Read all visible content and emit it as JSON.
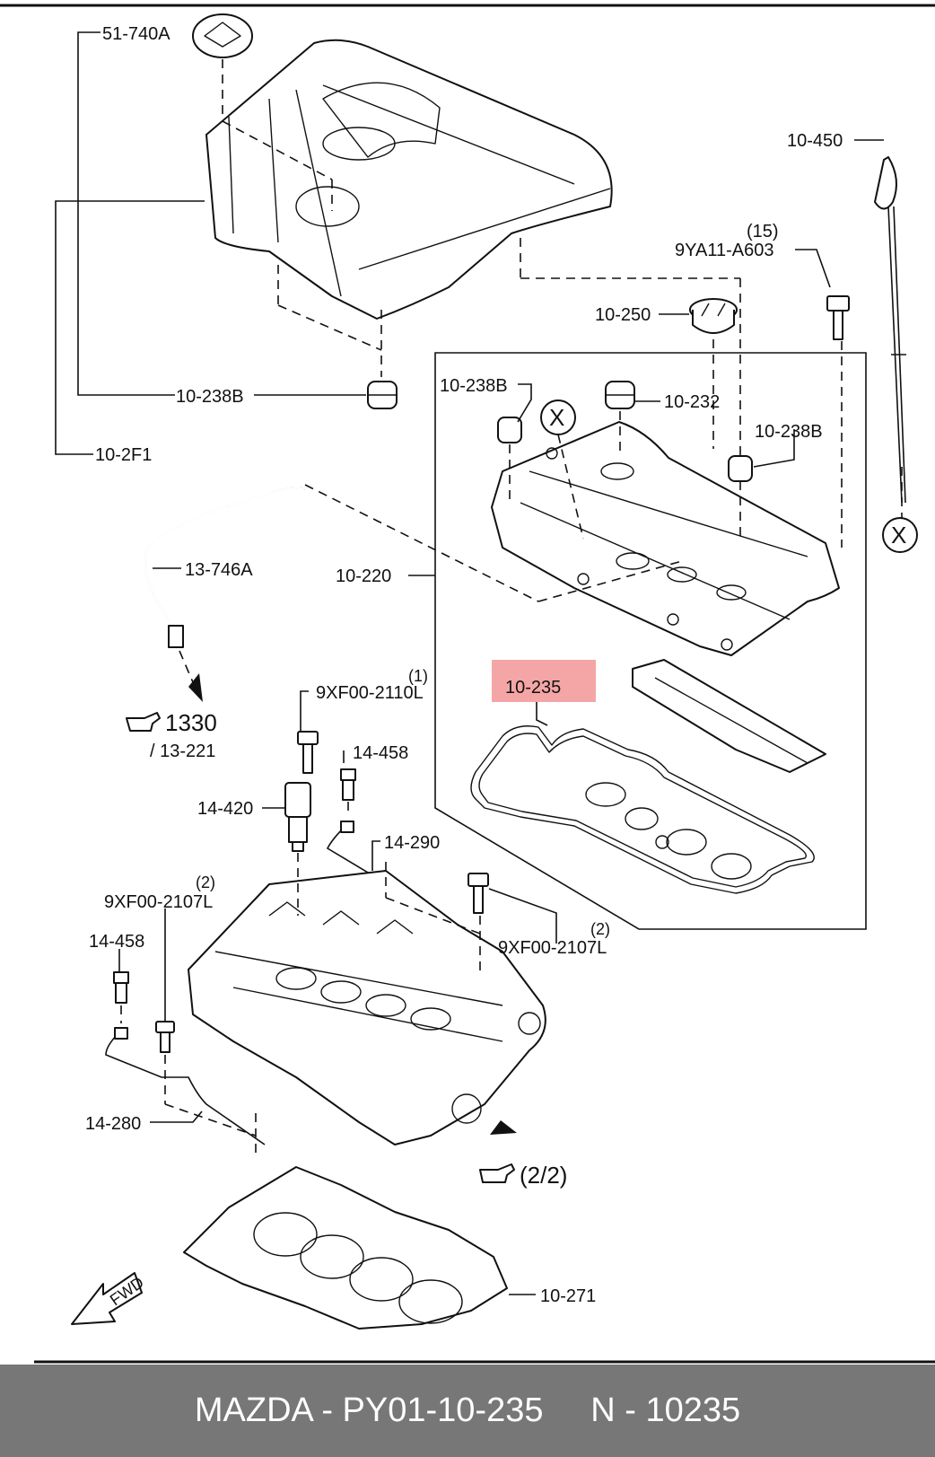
{
  "labels": {
    "p51_740A": "51-740A",
    "p10_2F1": "10-2F1",
    "p10_238B_top": "10-238B",
    "p10_450": "10-450",
    "qty15": "(15)",
    "p9YA11_A603": "9YA11-A603",
    "p10_250": "10-250",
    "p10_238B_left": "10-238B",
    "p10_232": "10-232",
    "p10_238B_right": "10-238B",
    "p10_220": "10-220",
    "p13_746A": "13-746A",
    "p10_235": "10-235",
    "ref1330": "1330",
    "ref13_221": "/ 13-221",
    "qty1": "(1)",
    "p9XF00_2110L": "9XF00-2110L",
    "p14_458_top": "14-458",
    "p14_420": "14-420",
    "p14_290": "14-290",
    "qty2_left": "(2)",
    "p9XF00_2107L_left": "9XF00-2107L",
    "qty2_right": "(2)",
    "p9XF00_2107L_right": "9XF00-2107L",
    "p14_458_left": "14-458",
    "p14_280": "14-280",
    "ref2_2": "(2/2)",
    "p10_271": "10-271",
    "fwd": "FWD",
    "x_left": "X",
    "x_right": "X"
  },
  "highlight": {
    "part": "10-235",
    "color": "#f4a6a6"
  },
  "footer": {
    "text": "MAZDA - PY01-10-235     N - 10235",
    "background": "#777777"
  }
}
